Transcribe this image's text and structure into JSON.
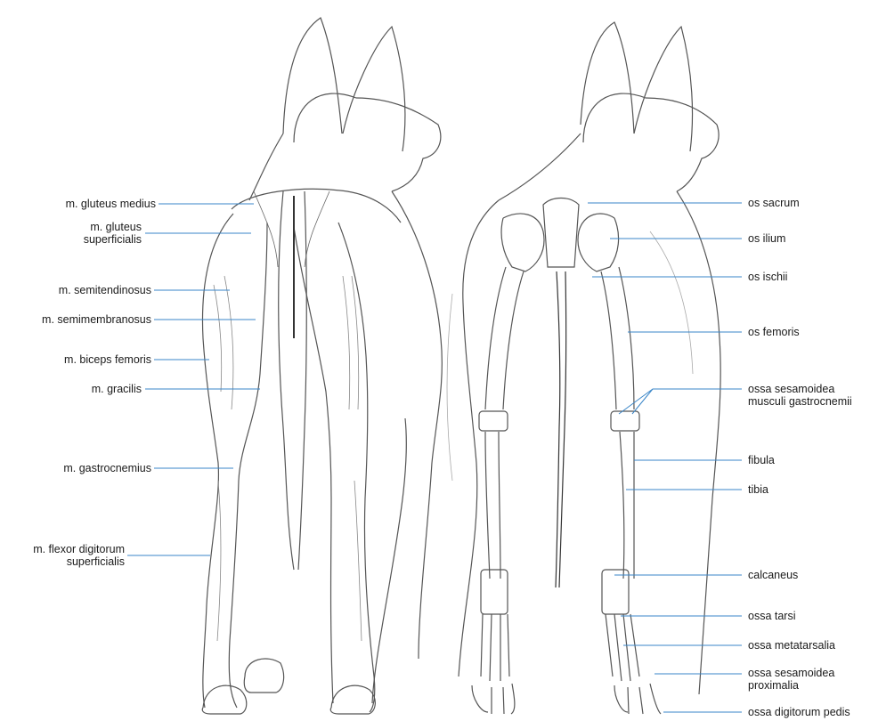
{
  "left_labels": [
    {
      "text": "m. gluteus medius"
    },
    {
      "text": "m. gluteus\nsuperficialis"
    },
    {
      "text": "m. semitendinosus"
    },
    {
      "text": "m. semimembranosus"
    },
    {
      "text": "m. biceps femoris"
    },
    {
      "text": "m. gracilis"
    },
    {
      "text": "m. gastrocnemius"
    },
    {
      "text": "m. flexor digitorum\nsuperficialis"
    }
  ],
  "right_labels": [
    {
      "text": "os sacrum"
    },
    {
      "text": "os ilium"
    },
    {
      "text": "os ischii"
    },
    {
      "text": "os femoris"
    },
    {
      "text": "ossa sesamoidea\nmusculi gastrocnemii"
    },
    {
      "text": "fibula"
    },
    {
      "text": "tibia"
    },
    {
      "text": "calcaneus"
    },
    {
      "text": "ossa tarsi"
    },
    {
      "text": "ossa metatarsalia"
    },
    {
      "text": "ossa sesamoidea\nproximalia"
    },
    {
      "text": "ossa digitorum pedis"
    }
  ],
  "colors": {
    "leader": "#3a86c8",
    "outline": "#555555",
    "ink": "#1a1a1a"
  }
}
